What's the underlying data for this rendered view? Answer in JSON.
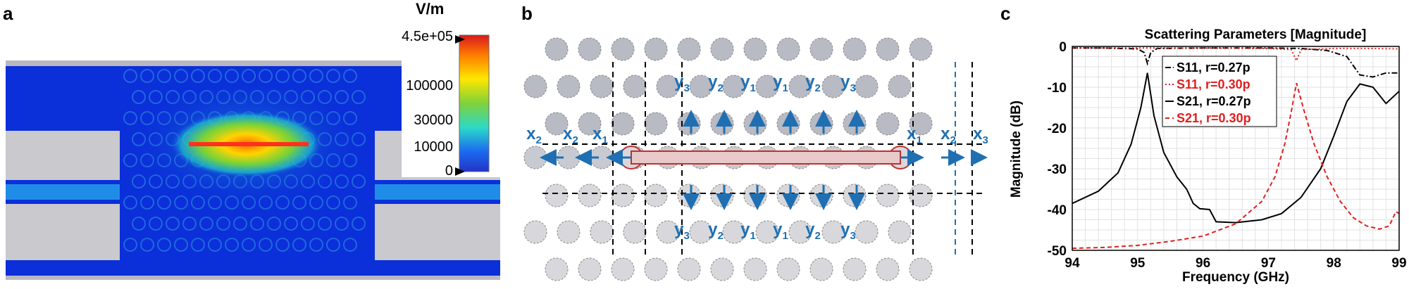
{
  "panels": {
    "a": {
      "letter": "a"
    },
    "b": {
      "letter": "b"
    },
    "c": {
      "letter": "c"
    }
  },
  "field_map": {
    "colorbar": {
      "unit": "V/m",
      "ticks": [
        "4.5e+05",
        "100000",
        "30000",
        "10000",
        "0"
      ],
      "colors": [
        "#d7191c",
        "#ff7f00",
        "#ffe600",
        "#7fd13b",
        "#2bd9c8",
        "#1b6cf0",
        "#2233c8"
      ]
    },
    "colors": {
      "background": "#0b2fd9",
      "metal": "#c8c8c8",
      "hot": "#ff3020"
    }
  },
  "diagram": {
    "labels_top": [
      {
        "base": "y",
        "sub": "3"
      },
      {
        "base": "y",
        "sub": "2"
      },
      {
        "base": "y",
        "sub": "1"
      },
      {
        "base": "y",
        "sub": "1"
      },
      {
        "base": "y",
        "sub": "2"
      },
      {
        "base": "y",
        "sub": "3"
      }
    ],
    "labels_bottom": [
      {
        "base": "y",
        "sub": "3"
      },
      {
        "base": "y",
        "sub": "2"
      },
      {
        "base": "y",
        "sub": "1"
      },
      {
        "base": "y",
        "sub": "1"
      },
      {
        "base": "y",
        "sub": "2"
      },
      {
        "base": "y",
        "sub": "3"
      }
    ],
    "labels_left": [
      {
        "base": "x",
        "sub": "2"
      },
      {
        "base": "x",
        "sub": "2"
      },
      {
        "base": "x",
        "sub": "1"
      }
    ],
    "labels_right": [
      {
        "base": "x",
        "sub": "1"
      },
      {
        "base": "x",
        "sub": "2"
      },
      {
        "base": "x",
        "sub": "3"
      }
    ],
    "colors": {
      "arrow": "#1f6fb2",
      "defect": "#d22222",
      "rod": "#c0c2cc"
    }
  },
  "chart_data": {
    "type": "line",
    "title": "Scattering Parameters [Magnitude]",
    "xlabel": "Frequency (GHz)",
    "ylabel": "Magnitude (dB)",
    "xlim": [
      94,
      99
    ],
    "ylim": [
      -50,
      0
    ],
    "xticks": [
      "94",
      "95",
      "96",
      "97",
      "98",
      "99"
    ],
    "yticks": [
      "0",
      "-10",
      "-20",
      "-30",
      "-40",
      "-50"
    ],
    "grid": true,
    "legend_placement": "top-center",
    "series": [
      {
        "name": "S11, r=0.27p",
        "color": "#000000",
        "style": "dashdot",
        "x": [
          94,
          94.5,
          95,
          95.1,
          95.15,
          95.2,
          95.3,
          96,
          97,
          97.5,
          97.9,
          98.2,
          98.4,
          98.6,
          98.8,
          99
        ],
        "y": [
          -0.4,
          -0.4,
          -0.6,
          -1.5,
          -4.2,
          -1.5,
          -0.5,
          -0.4,
          -0.4,
          -0.5,
          -1.0,
          -2.5,
          -7.0,
          -7.5,
          -6.5,
          -6.5
        ]
      },
      {
        "name": "S11, r=0.30p",
        "color": "#e02020",
        "style": "dotted",
        "x": [
          94,
          95,
          96,
          97,
          97.35,
          97.43,
          97.5,
          98,
          98.5,
          99
        ],
        "y": [
          -0.4,
          -0.4,
          -0.4,
          -0.5,
          -0.8,
          -3.5,
          -0.8,
          -0.5,
          -0.5,
          -0.6
        ]
      },
      {
        "name": "S21, r=0.27p",
        "color": "#000000",
        "style": "solid",
        "x": [
          94,
          94.4,
          94.7,
          94.9,
          95.05,
          95.15,
          95.25,
          95.4,
          95.6,
          95.75,
          95.85,
          95.95,
          96.1,
          96.2,
          96.5,
          96.9,
          97.2,
          97.5,
          97.8,
          98.0,
          98.2,
          98.4,
          98.6,
          98.8,
          99
        ],
        "y": [
          -38.5,
          -35.5,
          -31,
          -24,
          -15,
          -6.5,
          -17,
          -26,
          -32,
          -35,
          -38.5,
          -39.8,
          -40,
          -43,
          -43.2,
          -42.5,
          -41,
          -37,
          -30,
          -22,
          -13.5,
          -9.2,
          -10,
          -14,
          -11
        ]
      },
      {
        "name": "S21, r=0.30p",
        "color": "#e02020",
        "style": "dashed",
        "x": [
          94,
          94.5,
          95,
          95.5,
          96,
          96.5,
          96.9,
          97.1,
          97.25,
          97.35,
          97.43,
          97.55,
          97.7,
          97.9,
          98.1,
          98.3,
          98.5,
          98.7,
          98.85,
          98.95,
          99
        ],
        "y": [
          -49.5,
          -49.3,
          -48.8,
          -47.8,
          -46.5,
          -43.5,
          -38,
          -32,
          -24,
          -16,
          -9,
          -16,
          -24,
          -32,
          -38,
          -42,
          -44,
          -44.8,
          -44,
          -40.5,
          -41
        ]
      }
    ]
  }
}
